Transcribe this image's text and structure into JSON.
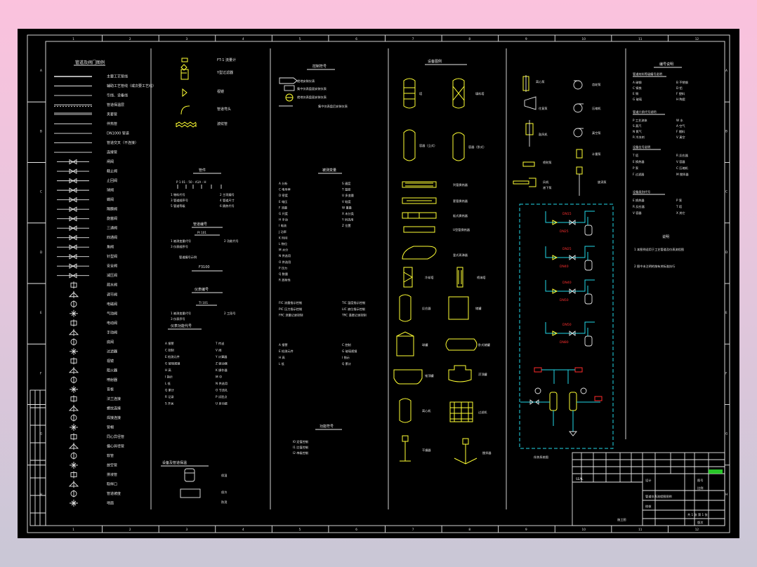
{
  "grid": {
    "columns": [
      "1",
      "2",
      "3",
      "4",
      "5",
      "6",
      "7",
      "8",
      "9",
      "10",
      "11",
      "12"
    ],
    "rows": [
      "A",
      "B",
      "C",
      "D",
      "E",
      "F",
      "G",
      "H"
    ]
  },
  "sections": {
    "col1_title": "管道及阀门图例",
    "col3_title_small": "管件",
    "col3_h1": "管道编号",
    "col3_h2": "管道编号示例",
    "col3_h3": "仪表编号",
    "col3_h4": "仪表功能代号",
    "col3_h5": "设备及管道保温",
    "col5_title": "控制符号",
    "col5_h2": "被测变量",
    "col5_h3": "功能符号",
    "col7_title": "设备图例",
    "col11_title": "编号说明",
    "col11_h1": "管道材料等级编号说明",
    "col11_h2": "管道介质代号说明",
    "col11_h3": "设备位号说明",
    "col11_h4": "设备类别代号",
    "col11_note_title": "说明",
    "pipe_example_label": "F3100"
  },
  "col1_items": [
    "主要工艺管线",
    "辅助工艺管线（或次要工艺线）",
    "引线、设备线",
    "管道保温层",
    "夹套管",
    "伴热管",
    "DN1000 管道",
    "管道交叉（不连接）",
    "连接管",
    "闸阀",
    "截止阀",
    "止回阀",
    "球阀",
    "蝶阀",
    "隔膜阀",
    "旋塞阀",
    "三通阀",
    "四通阀",
    "角阀",
    "针型阀",
    "安全阀",
    "减压阀",
    "疏水阀",
    "调节阀",
    "电磁阀",
    "气动阀",
    "电动阀",
    "手动阀",
    "底阀",
    "过滤器",
    "视镜",
    "阻火器",
    "喷射器",
    "盲板",
    "法兰连接",
    "螺纹连接",
    "焊接连接",
    "管帽",
    "同心异径管",
    "偏心异径管",
    "软管",
    "放空管",
    "排液管",
    "取样口",
    "管道坡度",
    "地面"
  ],
  "col3_top": [
    "FT-1 流量计",
    "Y型过滤器",
    "视镜",
    "管道弯头",
    "波纹管"
  ],
  "pipe_code_parts": [
    "1 物料代号",
    "2 主项编号",
    "3 管道顺序号",
    "4 管道尺寸",
    "5 管道等级",
    "6 隔热代号"
  ],
  "instr_parts": [
    "1 被测变量代号",
    "2 功能代号",
    "3 仪表顺序号"
  ],
  "instr_func_parts": [
    "1 被测变量代号",
    "2 工段号",
    "3 仪表序号"
  ],
  "func_codes": [
    "A 报警",
    "C 控制",
    "E 检测元件",
    "G 玻璃视镜",
    "H 高",
    "I 指示",
    "L 低",
    "Q 累计",
    "R 记录",
    "S 开关",
    "T 传送",
    "V 阀",
    "Y 计算器",
    "Z 驱动器",
    "K 操作器",
    "M 中",
    "N 供选用",
    "O 节流孔",
    "P 试验点",
    "U 多功能"
  ],
  "insul_items": [
    "保温",
    "保冷",
    "防烫"
  ],
  "col5_top": [
    "就地安装仪表",
    "集中仪表盘面安装仪表",
    "就地仪表盘面安装仪表",
    "集中仪表盘后安装仪表"
  ],
  "measured_vars": [
    "A 分析",
    "C 电导率",
    "D 密度",
    "E 电压",
    "F 流量",
    "G 尺度",
    "H 手动",
    "I 电流",
    "J 功率",
    "K 时间",
    "L 物位",
    "M 水分",
    "N 供选用",
    "O 供选用",
    "P 压力",
    "Q 数量",
    "R 放射性",
    "S 速度",
    "T 温度",
    "U 多变量",
    "V 粘度",
    "W 重量",
    "X 未分类",
    "Y 供选用",
    "Z 位置"
  ],
  "ctrl_extra": [
    "FIC 流量指示控制",
    "TIC 温度指示控制",
    "PIC 压力指示控制",
    "LIC 液位指示控制",
    "FRC 流量记录控制",
    "TRC 温度记录控制"
  ],
  "col5_bottom": [
    "I0 定值控制",
    "I1 比值控制",
    "I2 串级控制"
  ],
  "equipment": [
    "塔",
    "填料塔",
    "容器（立式）",
    "容器（卧式）",
    "列管换热器",
    "套管换热器",
    "板式换热器",
    "U型管换热器",
    "釜式再沸器",
    "冷却塔",
    "喷淋塔",
    "反应器",
    "储罐",
    "球罐",
    "卧式储罐",
    "锥顶罐",
    "浮顶罐",
    "离心机",
    "过滤机",
    "干燥器",
    "搅拌器",
    "搅拌釜"
  ],
  "col9_items": [
    "离心泵",
    "齿轮泵",
    "往复泵",
    "压缩机",
    "鼓风机",
    "真空泵",
    "喷射泵",
    "计量泵",
    "风机",
    "液下泵",
    "旋涡泵"
  ],
  "loops": [
    "DN15",
    "DN25",
    "DN40",
    "DN50",
    "DN80"
  ],
  "loop_title": "伴热系统图",
  "material_codes": [
    "A 碳钢",
    "B 不锈钢",
    "C 铸铁",
    "D 铝",
    "E 铜",
    "F 塑料",
    "G 玻璃",
    "H 陶瓷"
  ],
  "medium_codes": [
    "P 工艺流体",
    "W 水",
    "S 蒸汽",
    "A 空气",
    "N 氮气",
    "F 燃料",
    "R 冷冻剂",
    "V 真空"
  ],
  "equip_codes": [
    "T 塔",
    "R 反应器",
    "E 换热器",
    "V 容器",
    "P 泵",
    "C 压缩机",
    "F 过滤器",
    "M 搅拌器"
  ],
  "equip_class": [
    "E 换热器",
    "P 泵",
    "R 反应器",
    "T 塔",
    "V 容器",
    "X 其它"
  ],
  "notes": [
    "1 本图例适用于工艺管道及仪表流程图",
    "2 图中未注明的按有关标准执行"
  ],
  "title_block": {
    "designer": "设计",
    "checker": "校核",
    "drawing_name": "管道仪表流程图图例",
    "sheet": "共 1 张 第 1 张",
    "scale": "比例",
    "stage": "施工图",
    "drawing_no": "图号",
    "revision": "版次"
  },
  "colors": {
    "line": "#e8e8e8",
    "equipment": "#ffff33",
    "piping": "#22d8e8",
    "tag": "#ff2a2a",
    "stamp": "#2ee82e"
  }
}
